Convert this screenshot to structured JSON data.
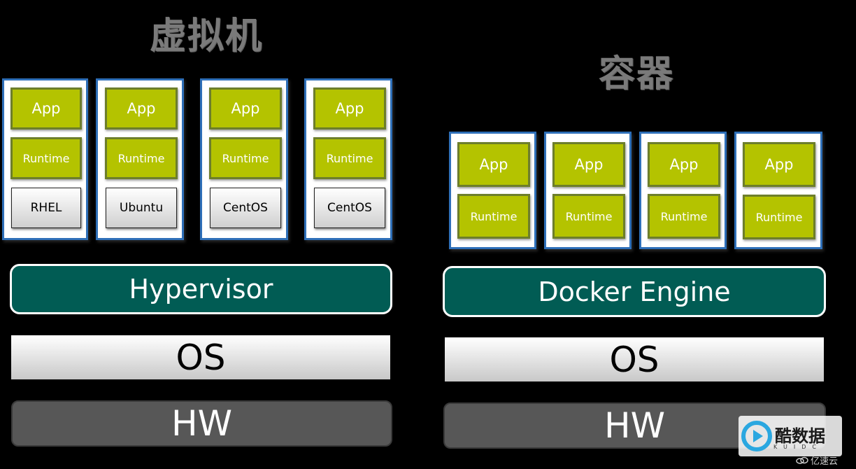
{
  "titles": {
    "vm": "虚拟机",
    "container": "容器"
  },
  "vm": {
    "guests": [
      {
        "app": "App",
        "runtime": "Runtime",
        "os": "RHEL"
      },
      {
        "app": "App",
        "runtime": "Runtime",
        "os": "Ubuntu"
      },
      {
        "app": "App",
        "runtime": "Runtime",
        "os": "CentOS"
      },
      {
        "app": "App",
        "runtime": "Runtime",
        "os": "CentOS"
      }
    ],
    "engine": "Hypervisor",
    "os": "OS",
    "hw": "HW"
  },
  "container": {
    "units": [
      {
        "app": "App",
        "runtime": "Runtime"
      },
      {
        "app": "App",
        "runtime": "Runtime"
      },
      {
        "app": "App",
        "runtime": "Runtime"
      },
      {
        "app": "App",
        "runtime": "Runtime"
      }
    ],
    "engine": "Docker Engine",
    "os": "OS",
    "hw": "HW"
  },
  "watermark": {
    "text": "酷数据",
    "sub": "KUIDC"
  },
  "footer_mark": "亿速云",
  "colors": {
    "background": "#000000",
    "green": "#b4c300",
    "green_border": "#6d7e2b",
    "box_border": "#2e6fb8",
    "engine": "#015c54",
    "hw": "#575757",
    "title": "#7a7a7a"
  }
}
